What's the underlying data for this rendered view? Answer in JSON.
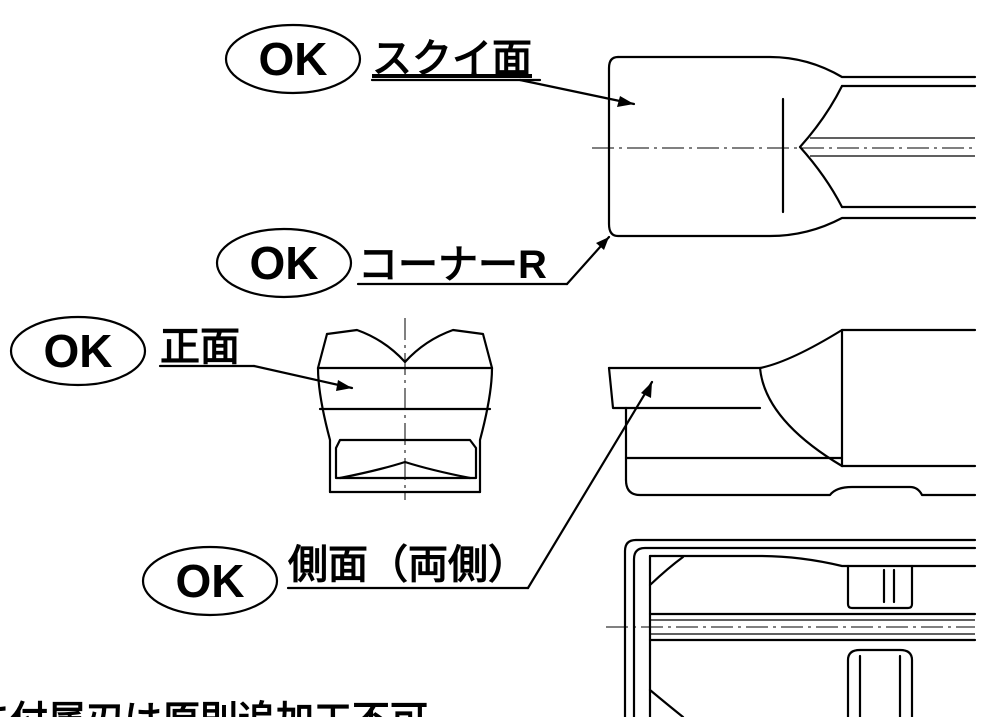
{
  "labels": {
    "rake_face": {
      "badge": "OK",
      "text": "スクイ面"
    },
    "corner_r": {
      "badge": "OK",
      "text": "コーナーR"
    },
    "front_face": {
      "badge": "OK",
      "text": "正面"
    },
    "side_face": {
      "badge": "OK",
      "text": "側面（両側）"
    }
  },
  "footnote": "に付属刃は原則追加工不可"
}
